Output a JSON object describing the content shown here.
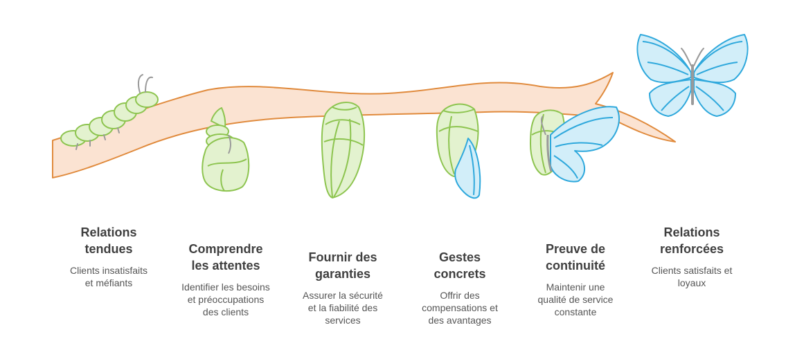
{
  "colors": {
    "branch_fill": "#fbe3d2",
    "branch_stroke": "#e08a3c",
    "green_fill": "#e3f2cf",
    "green_stroke": "#8dc44f",
    "blue_fill": "#d2eef9",
    "blue_stroke": "#2ea8dc",
    "antenna": "#9a9a9a",
    "title_text": "#3f3f3f",
    "desc_text": "#555555"
  },
  "stages": [
    {
      "title": "Relations\ntendues",
      "desc": "Clients insatisfaits\net méfiants",
      "icon": "caterpillar-icon"
    },
    {
      "title": "Comprendre\nles attentes",
      "desc": "Identifier les besoins\net préoccupations\ndes clients",
      "icon": "curled-chrysalis-icon"
    },
    {
      "title": "Fournir des\ngaranties",
      "desc": "Assurer la sécurité\net la fiabilité des\nservices",
      "icon": "chrysalis-icon"
    },
    {
      "title": "Gestes\nconcrets",
      "desc": "Offrir des\ncompensations et\ndes avantages",
      "icon": "opening-chrysalis-icon"
    },
    {
      "title": "Preuve de\ncontinuité",
      "desc": "Maintenir une\nqualité de service\nconstante",
      "icon": "emerging-butterfly-icon"
    },
    {
      "title": "Relations\nrenforcées",
      "desc": "Clients satisfaits et\nloyaux",
      "icon": "butterfly-icon"
    }
  ]
}
